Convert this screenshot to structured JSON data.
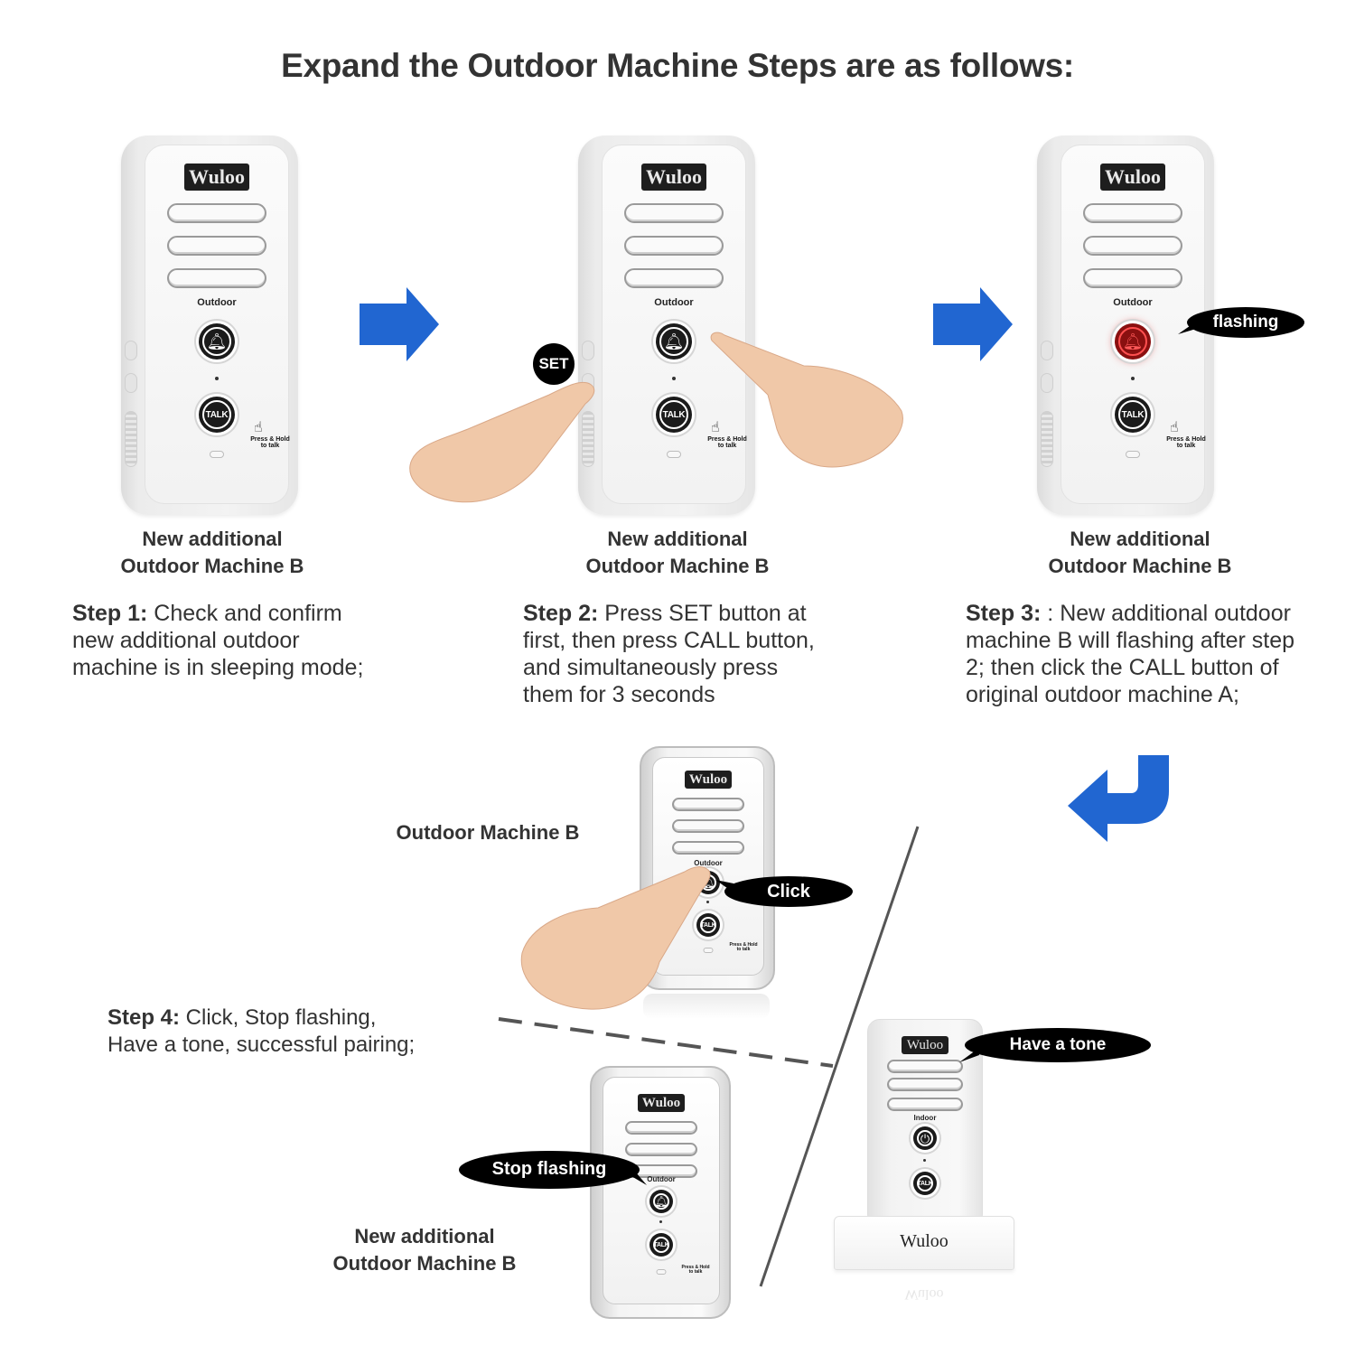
{
  "title": "Expand the Outdoor Machine Steps are as follows:",
  "brand": "Wuloo",
  "device_labels": {
    "outdoor": "Outdoor",
    "indoor": "Indoor",
    "talk": "TALK",
    "press_hold_line1": "Press & Hold",
    "press_hold_line2": "to talk"
  },
  "icons": {
    "arrow_right": "arrow-right-icon",
    "arrow_return": "arrow-return-left-icon",
    "bell": "bell-icon",
    "power": "power-icon",
    "tap": "tap-gesture-icon"
  },
  "colors": {
    "arrow_blue": "#2166D1",
    "text_dark": "#333333",
    "bubble_black": "#000000",
    "flash_red": "#E03030"
  },
  "panels": [
    {
      "caption_line1": "New additional",
      "caption_line2": "Outdoor Machine B",
      "step_label": "Step 1:",
      "step_text": " Check and confirm new additional outdoor machine is in sleeping mode;"
    },
    {
      "caption_line1": "New additional",
      "caption_line2": "Outdoor Machine B",
      "step_label": "Step 2:",
      "step_text": " Press SET button at first, then press CALL button, and simultaneously press them for 3 seconds",
      "badge": "SET"
    },
    {
      "caption_line1": "New additional",
      "caption_line2": "Outdoor Machine B",
      "step_label": "Step 3:",
      "step_text": " : New additional outdoor machine B will flashing after step 2; then click the CALL button of original outdoor machine A;",
      "bubble": "flashing"
    }
  ],
  "step4": {
    "top_device_caption": "Outdoor Machine B",
    "click_bubble": "Click",
    "step_label": "Step 4:",
    "step_text_line1": " Click, Stop flashing,",
    "step_text_line2": "Have a tone, successful pairing;",
    "stop_bubble": "Stop flashing",
    "bottom_caption_line1": "New additional",
    "bottom_caption_line2": "Outdoor Machine B",
    "tone_bubble": "Have a tone"
  }
}
